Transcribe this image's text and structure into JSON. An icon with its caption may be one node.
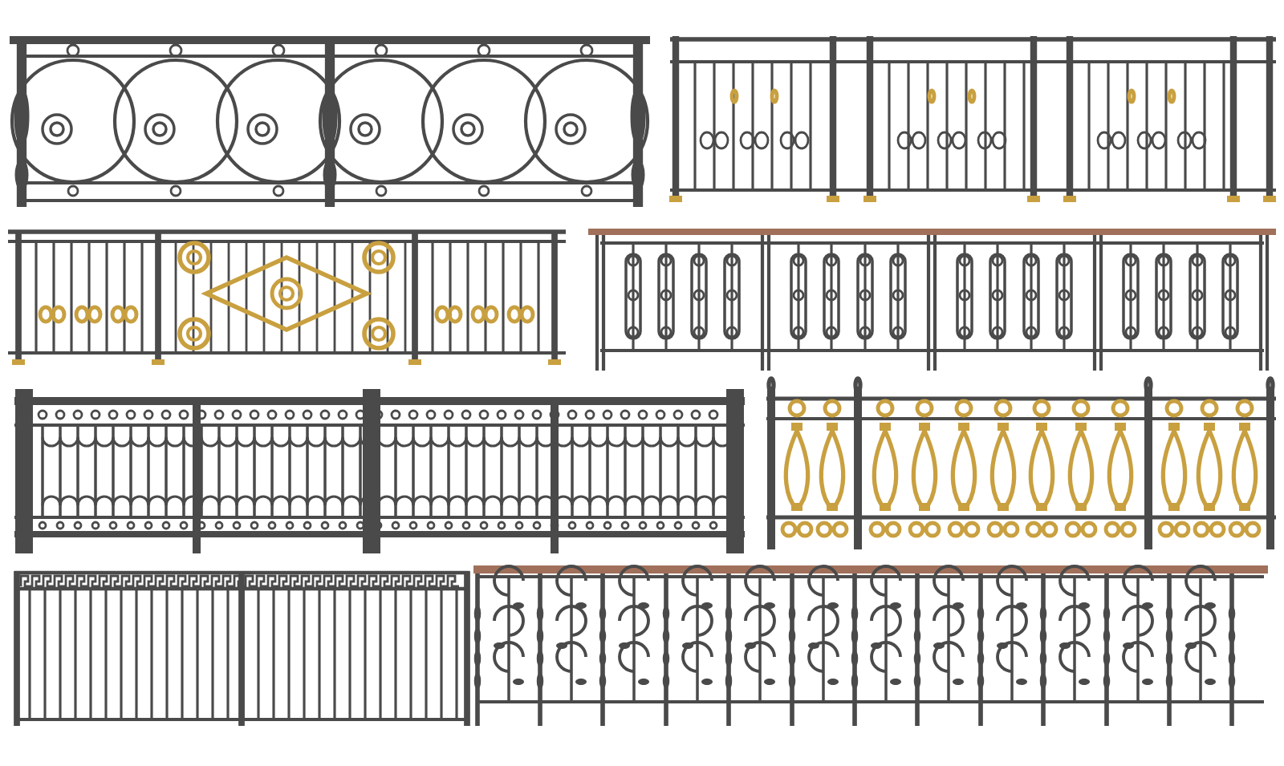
{
  "diagram": {
    "nodes": [
      {
        "text": [],
        "shape": "picture"
      },
      {
        "text": [],
        "shape": "picture"
      },
      {
        "text": [],
        "shape": "picture"
      },
      {
        "text": [],
        "shape": "picture"
      },
      {
        "text": [],
        "shape": "picture"
      },
      {
        "text": [],
        "shape": "picture"
      },
      {
        "text": [],
        "shape": "picture"
      },
      {
        "text": [],
        "shape": "picture"
      }
    ]
  }
}
